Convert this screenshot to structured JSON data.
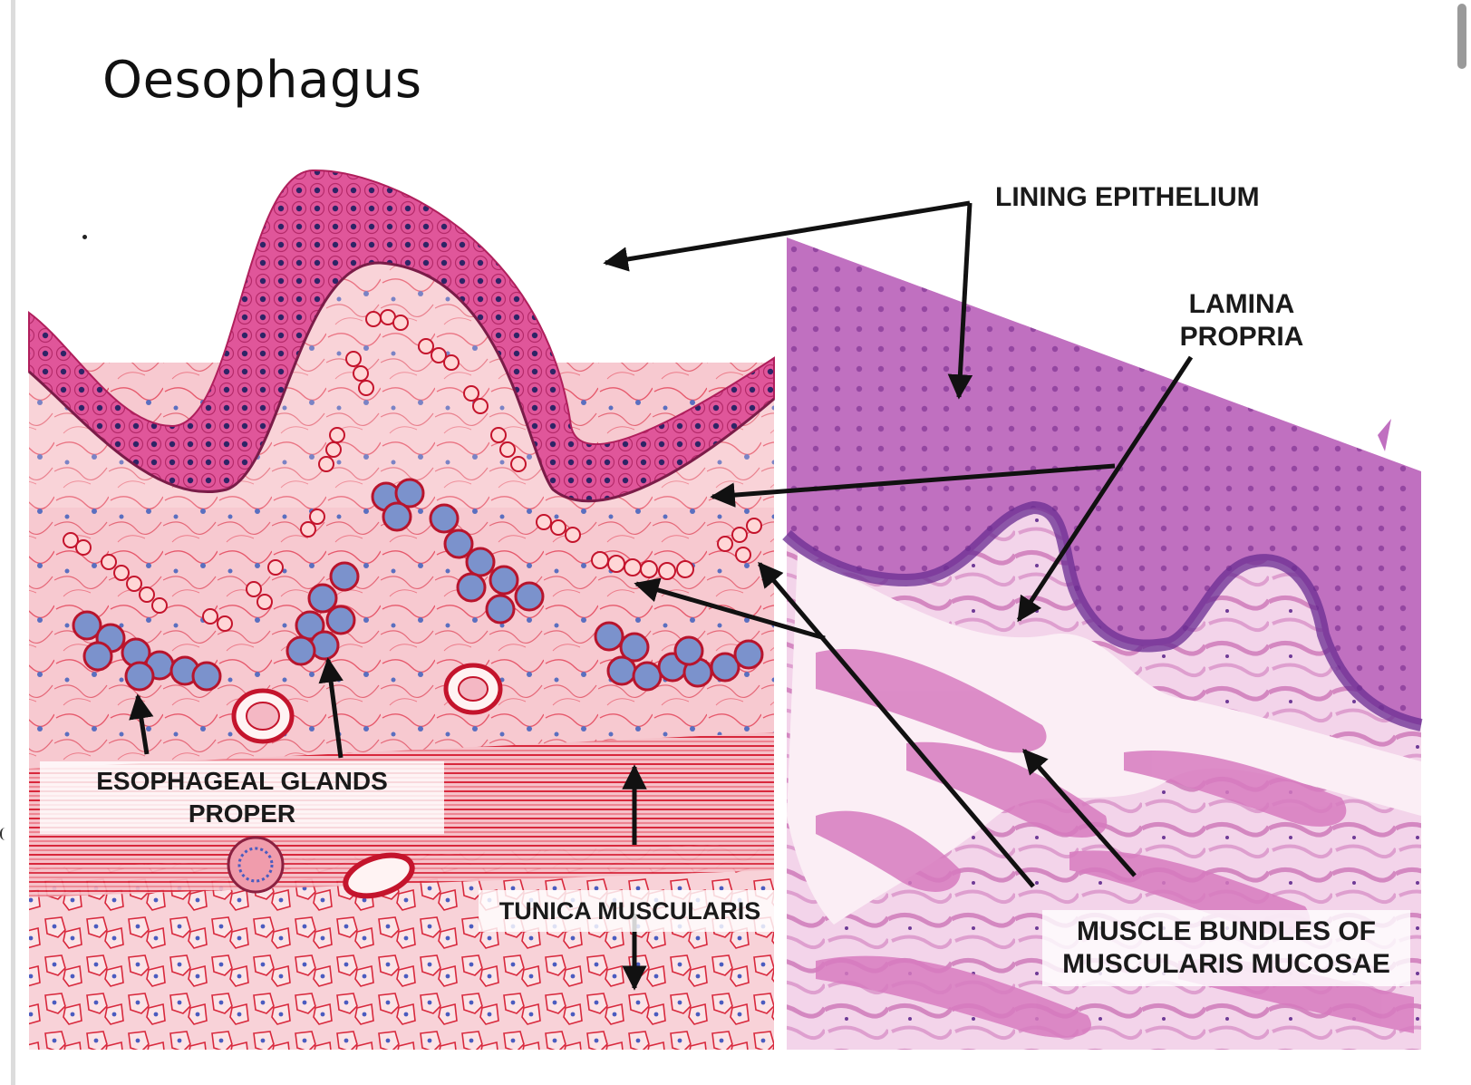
{
  "title": "Oesophagus",
  "labels": {
    "lining_epithelium": "LINING EPITHELIUM",
    "lamina_propria_line1": "LAMINA",
    "lamina_propria_line2": "PROPRIA",
    "esophageal_glands_line1": "ESOPHAGEAL GLANDS",
    "esophageal_glands_line2": "PROPER",
    "tunica_muscularis": "TUNICA MUSCULARIS",
    "muscle_bundles_line1": "MUSCLE BUNDLES OF",
    "muscle_bundles_line2": "MUSCULARIS MUCOSAE"
  },
  "colors": {
    "epithelium_drawing": "#d8307a",
    "connective_tissue": "#f6c4cc",
    "fibers": "#e8283c",
    "gland_blue": "#6f8fc8",
    "micrograph_epithelium": "#b45fb8",
    "micrograph_background": "#f0c8e2",
    "arrow": "#111111"
  }
}
